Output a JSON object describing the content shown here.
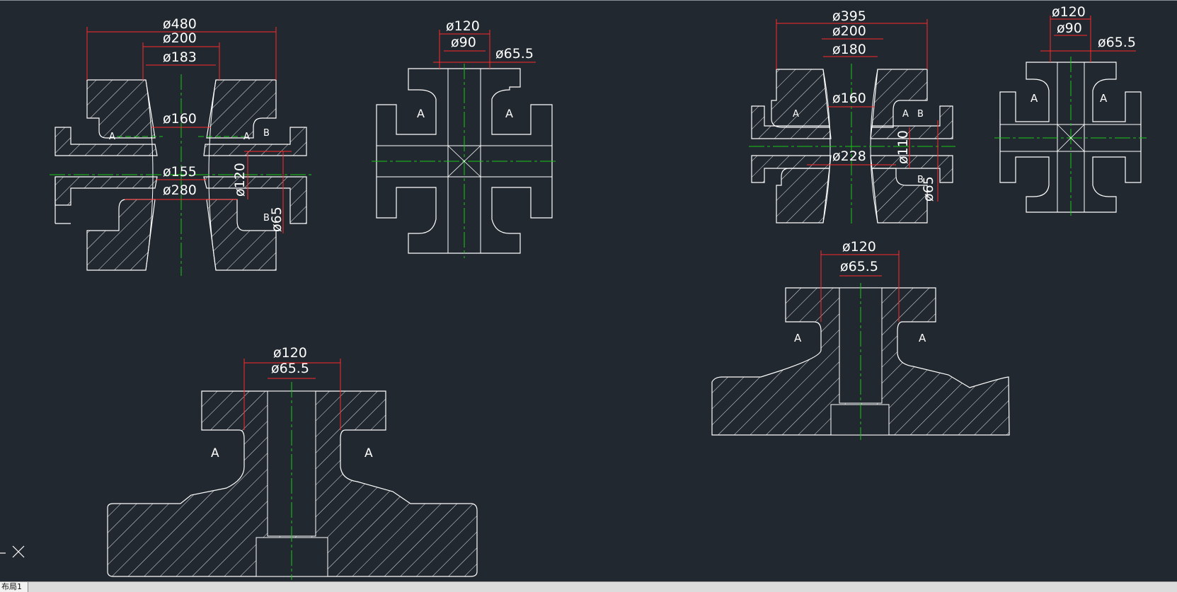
{
  "colors": {
    "background": "#212830",
    "outline": "#ffffff",
    "dim": "#ff2a2a",
    "center": "#19c819",
    "hatch": "#e6e6e6"
  },
  "views": {
    "tl": {
      "d1": "ø480",
      "d2": "ø200",
      "d3": "ø183",
      "d4": "ø160",
      "d5": "ø155",
      "d6": "ø280",
      "d7": "ø120",
      "d8": "ø65",
      "secA": "A",
      "secB": "B"
    },
    "tm": {
      "d1": "ø120",
      "d2": "ø90",
      "d3": "ø65.5",
      "secA": "A"
    },
    "tr1": {
      "d1": "ø395",
      "d2": "ø200",
      "d3": "ø180",
      "d4": "ø160",
      "d5": "ø228",
      "d6": "ø110",
      "d7": "ø65",
      "secA": "A",
      "secB": "B"
    },
    "tr2": {
      "d1": "ø120",
      "d2": "ø90",
      "d3": "ø65.5",
      "secA": "A"
    },
    "br": {
      "d1": "ø120",
      "d2": "ø65.5",
      "secA": "A"
    },
    "bl": {
      "d1": "ø120",
      "d2": "ø65.5",
      "secA": "A"
    }
  },
  "layout_tab": {
    "label": "布局1"
  },
  "icons": {
    "ucs": "ucs-axis-icon"
  }
}
